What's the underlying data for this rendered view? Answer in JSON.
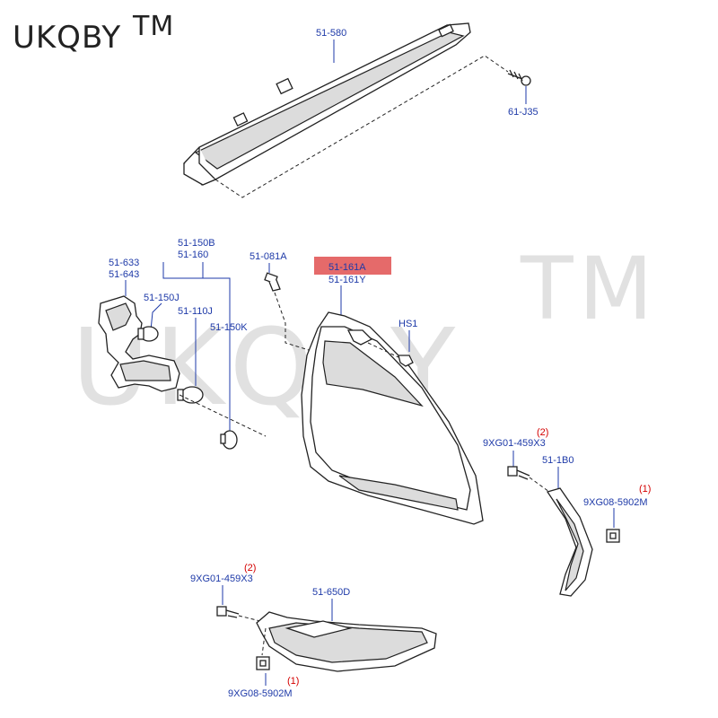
{
  "brand": {
    "name": "UKQBY",
    "tm": "TM"
  },
  "watermark": {
    "text": "UKQBY",
    "tm": "TM"
  },
  "colors": {
    "label": "#1e3aa8",
    "note": "#d40000",
    "highlight": "#e05050"
  },
  "labels": {
    "p51_580": "51-580",
    "p61_j35": "61-J35",
    "p51_150b": "51-150B",
    "p51_160": "51-160",
    "p51_633": "51-633",
    "p51_643": "51-643",
    "p51_150j": "51-150J",
    "p51_110j": "51-110J",
    "p51_150k": "51-150K",
    "p51_081a": "51-081A",
    "p51_161a": "51-161A",
    "p51_161y": "51-161Y",
    "hs1": "HS1",
    "p9xg01_a": "9XG01-459X3",
    "p9xg01_a_note": "(2)",
    "p51_1b0": "51-1B0",
    "p9xg08_a": "9XG08-5902M",
    "p9xg08_a_note": "(1)",
    "p9xg01_b": "9XG01-459X3",
    "p9xg01_b_note": "(2)",
    "p51_650d": "51-650D",
    "p9xg08_b": "9XG08-5902M",
    "p9xg08_b_note": "(1)"
  }
}
